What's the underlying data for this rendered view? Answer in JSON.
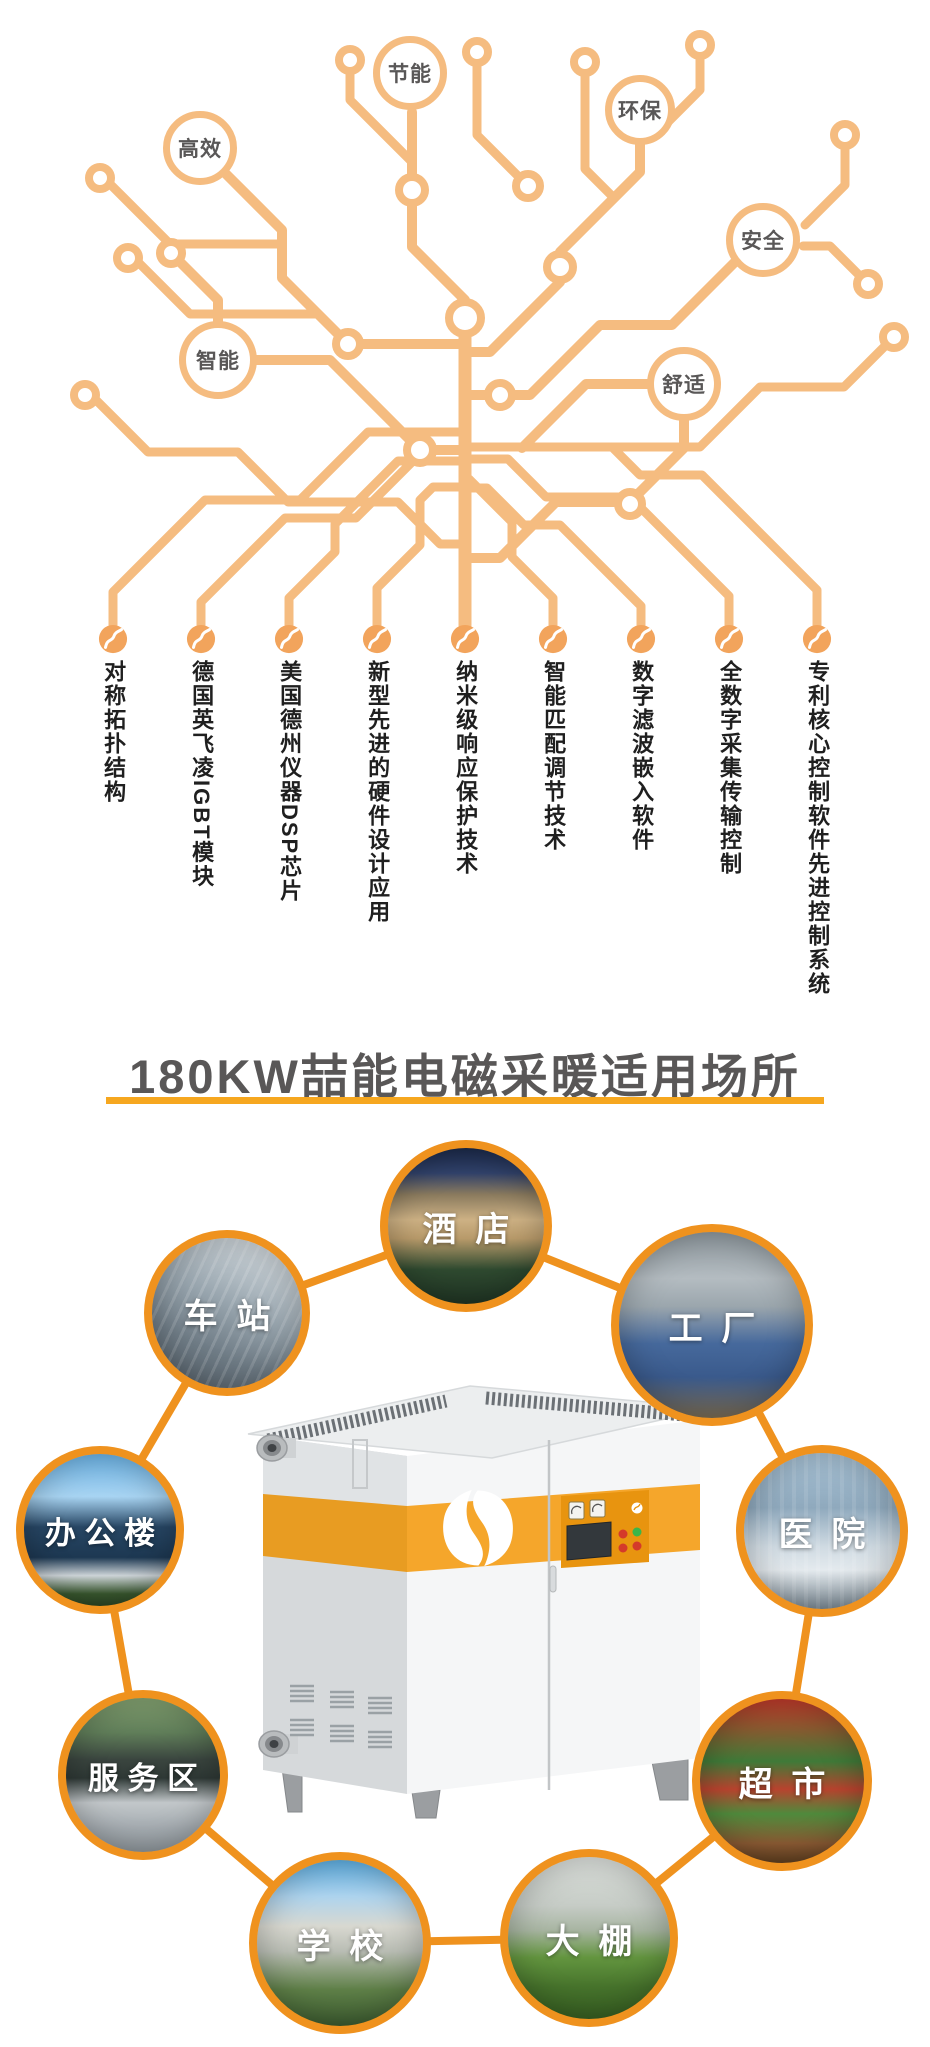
{
  "tree": {
    "nodes": [
      {
        "label": "节能"
      },
      {
        "label": "环保"
      },
      {
        "label": "高效"
      },
      {
        "label": "安全"
      },
      {
        "label": "智能"
      },
      {
        "label": "舒适"
      }
    ],
    "features": [
      {
        "text": "对称拓扑结构"
      },
      {
        "text": "德国英飞凌IGBT模块"
      },
      {
        "text": "美国德州仪器DSP芯片"
      },
      {
        "text": "新型先进的硬件设计应用"
      },
      {
        "text": "纳米级响应保护技术"
      },
      {
        "text": "智能匹配调节技术"
      },
      {
        "text": "数字滤波嵌入软件"
      },
      {
        "text": "全数字采集传输控制"
      },
      {
        "text": "专利核心控制软件先进控制系统"
      }
    ]
  },
  "section_title": {
    "text": "180KW喆能电磁采暖适用场所"
  },
  "scenes": [
    {
      "label": "酒店"
    },
    {
      "label": "车站"
    },
    {
      "label": "工厂"
    },
    {
      "label": "办公楼"
    },
    {
      "label": "医院"
    },
    {
      "label": "服务区"
    },
    {
      "label": "超市"
    },
    {
      "label": "学校"
    },
    {
      "label": "大棚"
    }
  ],
  "colors": {
    "tree_line": "#F5BC80",
    "bean_icon": "#F2A45C",
    "node_text": "#595757",
    "title_text": "#595757",
    "title_underline": "#F6A71F",
    "scene_ring": "#EF921E",
    "machine_band": "#F5A62B"
  }
}
